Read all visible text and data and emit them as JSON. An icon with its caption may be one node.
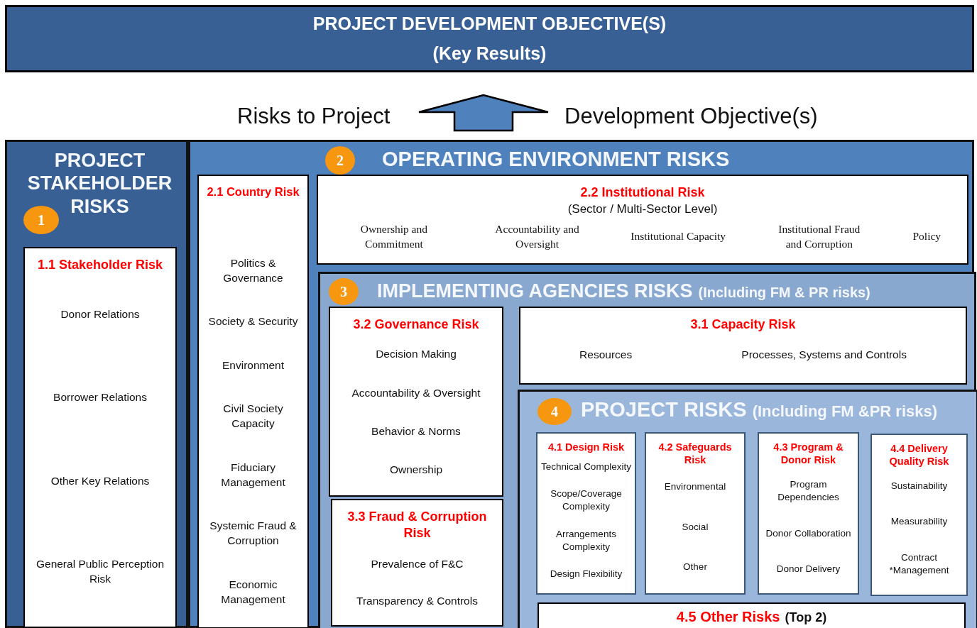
{
  "diagram": {
    "nodes": [
      {
        "text": [
          "PROJECT DEVELOPMENT OBJECTIVE(S)",
          "(Key Results)"
        ]
      },
      {
        "text": [
          "PROJECT STAKEHOLDER RISKS"
        ]
      },
      {
        "text": [
          "1"
        ],
        "in": 1
      },
      {
        "text": [
          "1.1 Stakeholder Risk",
          "Donor Relations",
          "Borrower Relations",
          "Other Key Relations",
          "General Public Perception Risk"
        ],
        "in": 1
      },
      {
        "text": [
          "OPERATING ENVIRONMENT RISKS"
        ]
      },
      {
        "text": [
          "2"
        ],
        "in": 4
      },
      {
        "text": [
          "2.1 Country Risk",
          "Politics & Governance",
          "Society & Security",
          "Environment",
          "Civil Society Capacity",
          "Fiduciary Management",
          "Systemic Fraud & Corruption",
          "Economic Management"
        ],
        "in": 4
      },
      {
        "text": [
          "2.2 Institutional Risk",
          "(Sector / Multi-Sector Level)",
          "Ownership and Commitment",
          "Accountability and Oversight",
          "Institutional Capacity",
          "Institutional Fraud and Corruption",
          "Policy"
        ],
        "in": 4
      },
      {
        "text": [
          "IMPLEMENTING AGENCIES RISKS",
          "(Including FM & PR risks)"
        ],
        "in": 4
      },
      {
        "text": [
          "3"
        ],
        "in": 8
      },
      {
        "text": [
          "3.2 Governance Risk",
          "Decision Making",
          "Accountability & Oversight",
          "Behavior & Norms",
          "Ownership"
        ],
        "in": 8
      },
      {
        "text": [
          "3.1 Capacity Risk",
          "Resources",
          "Processes, Systems and Controls"
        ],
        "in": 8
      },
      {
        "text": [
          "3.3 Fraud & Corruption Risk",
          "Prevalence of F&C",
          "Transparency & Controls"
        ],
        "in": 8
      },
      {
        "text": [
          "PROJECT RISKS",
          "(Including FM &PR risks)"
        ],
        "in": 8
      },
      {
        "text": [
          "4"
        ],
        "in": 13
      },
      {
        "text": [
          "4.1 Design Risk",
          "Technical Complexity",
          "Scope/Coverage Complexity",
          "Arrangements Complexity",
          "Design Flexibility"
        ],
        "in": 13
      },
      {
        "text": [
          "4.2 Safeguards Risk",
          "Environmental",
          "Social",
          "Other"
        ],
        "in": 13
      },
      {
        "text": [
          "4.3 Program & Donor Risk",
          "Program Dependencies",
          "Donor Collaboration",
          "Donor Delivery"
        ],
        "in": 13
      },
      {
        "text": [
          "4.4 Delivery Quality Risk",
          "Sustainability",
          "Measurability",
          "Contract *Management"
        ],
        "in": 13
      },
      {
        "text": [
          "4.5 Other Risks",
          "(Top 2)"
        ],
        "in": 13
      }
    ],
    "labels": [
      "Risks to Project",
      "Development Objective(s)"
    ]
  }
}
